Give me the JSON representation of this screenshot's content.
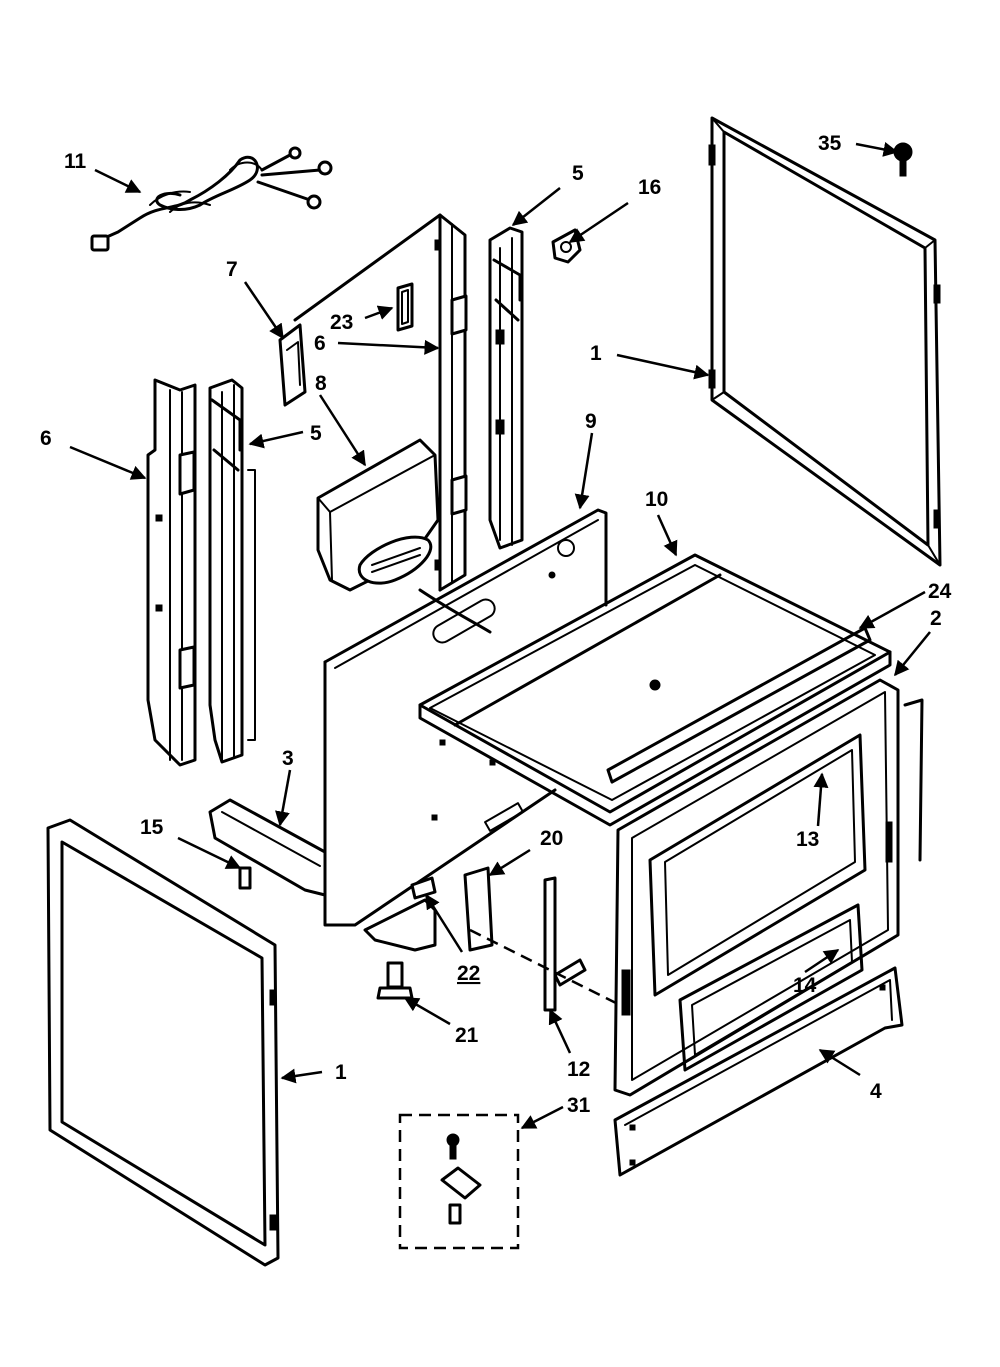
{
  "diagram": {
    "callouts": [
      {
        "id": "c11",
        "label": "11"
      },
      {
        "id": "c7",
        "label": "7"
      },
      {
        "id": "c23",
        "label": "23"
      },
      {
        "id": "c6a",
        "label": "6"
      },
      {
        "id": "c5a",
        "label": "5"
      },
      {
        "id": "c16",
        "label": "16"
      },
      {
        "id": "c35",
        "label": "35"
      },
      {
        "id": "c1a",
        "label": "1"
      },
      {
        "id": "c8",
        "label": "8"
      },
      {
        "id": "c6b",
        "label": "6"
      },
      {
        "id": "c5b",
        "label": "5"
      },
      {
        "id": "c9",
        "label": "9"
      },
      {
        "id": "c10",
        "label": "10"
      },
      {
        "id": "c24",
        "label": "24"
      },
      {
        "id": "c2",
        "label": "2"
      },
      {
        "id": "c3",
        "label": "3"
      },
      {
        "id": "c15",
        "label": "15"
      },
      {
        "id": "c20",
        "label": "20"
      },
      {
        "id": "c13",
        "label": "13"
      },
      {
        "id": "c22",
        "label": "22"
      },
      {
        "id": "c21",
        "label": "21"
      },
      {
        "id": "c14",
        "label": "14"
      },
      {
        "id": "c12",
        "label": "12"
      },
      {
        "id": "c1b",
        "label": "1"
      },
      {
        "id": "c4",
        "label": "4"
      },
      {
        "id": "c31",
        "label": "31"
      }
    ]
  }
}
